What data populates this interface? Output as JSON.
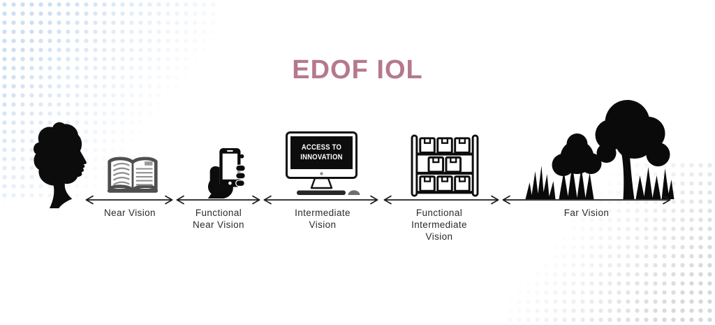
{
  "title": "EDOF IOL",
  "theme": {
    "title_color": "#b5798c",
    "icon_black": "#0c0c0c",
    "book_gray": "#4f4f4f",
    "arrow_color": "#1c1c1c",
    "label_color": "#2a2a2a",
    "dot_blue": "#cddff2",
    "dot_gray": "#d8d8d8",
    "background": "#ffffff"
  },
  "monitor": {
    "screen_line1": "ACCESS TO",
    "screen_line2": "INNOVATION"
  },
  "segments": [
    {
      "name": "near-vision",
      "lines": [
        "Near Vision"
      ]
    },
    {
      "name": "functional-near-vision",
      "lines": [
        "Functional",
        "Near Vision"
      ]
    },
    {
      "name": "intermediate-vision",
      "lines": [
        "Intermediate",
        "Vision"
      ]
    },
    {
      "name": "functional-intermediate-vision",
      "lines": [
        "Functional",
        "Intermediate",
        "Vision"
      ]
    },
    {
      "name": "far-vision",
      "lines": [
        "Far Vision"
      ]
    }
  ],
  "icons": {
    "viewer": "woman-profile-silhouette",
    "near": "open-book",
    "functional_near": "hand-holding-phone",
    "intermediate": "desktop-monitor",
    "functional_intermediate": "storage-shelf-boxes",
    "far": "trees-and-grass"
  }
}
